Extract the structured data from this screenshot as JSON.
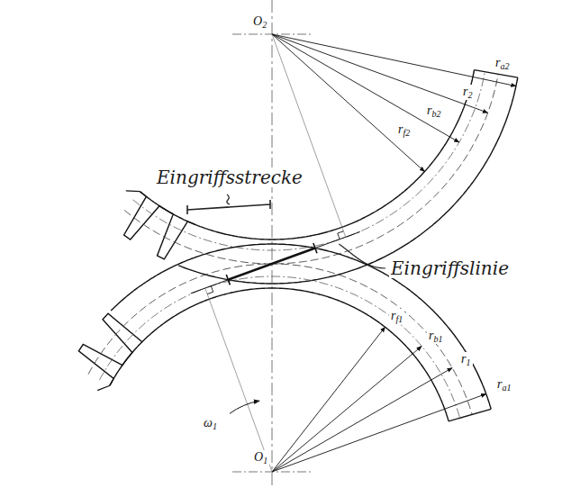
{
  "diagram": {
    "labels": [
      "O2",
      "ra2",
      "r2",
      "rb2",
      "rf2",
      "Eingriffsstrecke",
      "Eingriffslinie",
      "ω1",
      "rf1",
      "rb1",
      "r1",
      "ra1",
      "O1"
    ]
  }
}
